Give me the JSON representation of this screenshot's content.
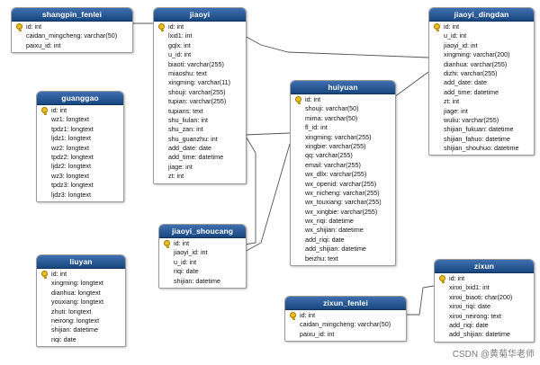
{
  "tables": [
    {
      "id": "shangpin_fenlei",
      "title": "shangpin_fenlei",
      "fields": [
        {
          "text": "id: int",
          "pk": true
        },
        {
          "text": "caidan_mingcheng: varchar(50)"
        },
        {
          "text": "paixu_id: int"
        }
      ]
    },
    {
      "id": "guanggao",
      "title": "guanggao",
      "fields": [
        {
          "text": "id: int",
          "pk": true
        },
        {
          "text": "wz1: longtext"
        },
        {
          "text": "tpdz1: longtext"
        },
        {
          "text": "ljdz1: longtext"
        },
        {
          "text": "wz2: longtext"
        },
        {
          "text": "tpdz2: longtext"
        },
        {
          "text": "ljdz2: longtext"
        },
        {
          "text": "wz3: longtext"
        },
        {
          "text": "tpdz3: longtext"
        },
        {
          "text": "ljdz3: longtext"
        }
      ]
    },
    {
      "id": "liuyan",
      "title": "liuyan",
      "fields": [
        {
          "text": "id: int",
          "pk": true
        },
        {
          "text": "xingming: longtext"
        },
        {
          "text": "dianhua: longtext"
        },
        {
          "text": "youxiang: longtext"
        },
        {
          "text": "zhuti: longtext"
        },
        {
          "text": "neirong: longtext"
        },
        {
          "text": "shijian: datetime"
        },
        {
          "text": "riqi: date"
        }
      ]
    },
    {
      "id": "jiaoyi",
      "title": "jiaoyi",
      "fields": [
        {
          "text": "id: int",
          "pk": true
        },
        {
          "text": "lxid1: int"
        },
        {
          "text": "gqlx: int"
        },
        {
          "text": "u_id: int"
        },
        {
          "text": "biaoti: varchar(255)"
        },
        {
          "text": "miaoshu: text"
        },
        {
          "text": "xingming: varchar(11)"
        },
        {
          "text": "shouji: varchar(255)"
        },
        {
          "text": "tupian: varchar(255)"
        },
        {
          "text": "tupians: text"
        },
        {
          "text": "shu_liulan: int"
        },
        {
          "text": "shu_zan: int"
        },
        {
          "text": "shu_guanzhu: int"
        },
        {
          "text": "add_date: date"
        },
        {
          "text": "add_time: datetime"
        },
        {
          "text": "jiage: int"
        },
        {
          "text": "zt: int"
        }
      ]
    },
    {
      "id": "jiaoyi_shoucang",
      "title": "jiaoyi_shoucang",
      "fields": [
        {
          "text": "id: int",
          "pk": true
        },
        {
          "text": "jiaoyi_id: int"
        },
        {
          "text": "u_id: int"
        },
        {
          "text": "riqi: date"
        },
        {
          "text": "shijian: datetime"
        }
      ]
    },
    {
      "id": "huiyuan",
      "title": "huiyuan",
      "fields": [
        {
          "text": "id: int",
          "pk": true
        },
        {
          "text": "shouji: varchar(50)"
        },
        {
          "text": "mima: varchar(50)"
        },
        {
          "text": "fl_id: int"
        },
        {
          "text": "xingming: varchar(255)"
        },
        {
          "text": "xingbie: varchar(255)"
        },
        {
          "text": "qq: varchar(255)"
        },
        {
          "text": "email: varchar(255)"
        },
        {
          "text": "wx_dllx: varchar(255)"
        },
        {
          "text": "wx_openid: varchar(255)"
        },
        {
          "text": "wx_nicheng: varchar(255)"
        },
        {
          "text": "wx_touxiang: varchar(255)"
        },
        {
          "text": "wx_xingbie: varchar(255)"
        },
        {
          "text": "wx_riqi: datetime"
        },
        {
          "text": "wx_shijian: datetime"
        },
        {
          "text": "add_riqi: date"
        },
        {
          "text": "add_shijian: datetime"
        },
        {
          "text": "beizhu: text"
        }
      ]
    },
    {
      "id": "zixun_fenlei",
      "title": "zixun_fenlei",
      "fields": [
        {
          "text": "id: int",
          "pk": true
        },
        {
          "text": "caidan_mingcheng: varchar(50)"
        },
        {
          "text": "paixu_id: int"
        }
      ]
    },
    {
      "id": "jiaoyi_dingdan",
      "title": "jiaoyi_dingdan",
      "fields": [
        {
          "text": "id: int",
          "pk": true
        },
        {
          "text": "u_id: int"
        },
        {
          "text": "jiaoyi_id: int"
        },
        {
          "text": "xingming: varchar(200)"
        },
        {
          "text": "dianhua: varchar(255)"
        },
        {
          "text": "dizhi: varchar(255)"
        },
        {
          "text": "add_date: date"
        },
        {
          "text": "add_time: datetime"
        },
        {
          "text": "zt: int"
        },
        {
          "text": "jiage: int"
        },
        {
          "text": "wuliu: varchar(255)"
        },
        {
          "text": "shijian_fukuan: datetime"
        },
        {
          "text": "shijian_fahuo: datetime"
        },
        {
          "text": "shijian_shouhuo: datetime"
        }
      ]
    },
    {
      "id": "zixun",
      "title": "zixun",
      "fields": [
        {
          "text": "id: int",
          "pk": true
        },
        {
          "text": "xinxi_lxid1: int"
        },
        {
          "text": "xinxi_biaoti: char(200)"
        },
        {
          "text": "xinxi_riqi: date"
        },
        {
          "text": "xinxi_neirong: text"
        },
        {
          "text": "add_riqi: date"
        },
        {
          "text": "add_shijian: datetime"
        }
      ]
    }
  ],
  "relations": [
    {
      "from": "shangpin_fenlei",
      "to": "jiaoyi"
    },
    {
      "from": "jiaoyi",
      "to": "jiaoyi_dingdan"
    },
    {
      "from": "jiaoyi",
      "to": "jiaoyi_shoucang"
    },
    {
      "from": "huiyuan",
      "to": "jiaoyi"
    },
    {
      "from": "huiyuan",
      "to": "jiaoyi_dingdan"
    },
    {
      "from": "huiyuan",
      "to": "jiaoyi_shoucang"
    },
    {
      "from": "zixun_fenlei",
      "to": "zixun"
    }
  ],
  "watermark": "CSDN @黄菊华老师"
}
